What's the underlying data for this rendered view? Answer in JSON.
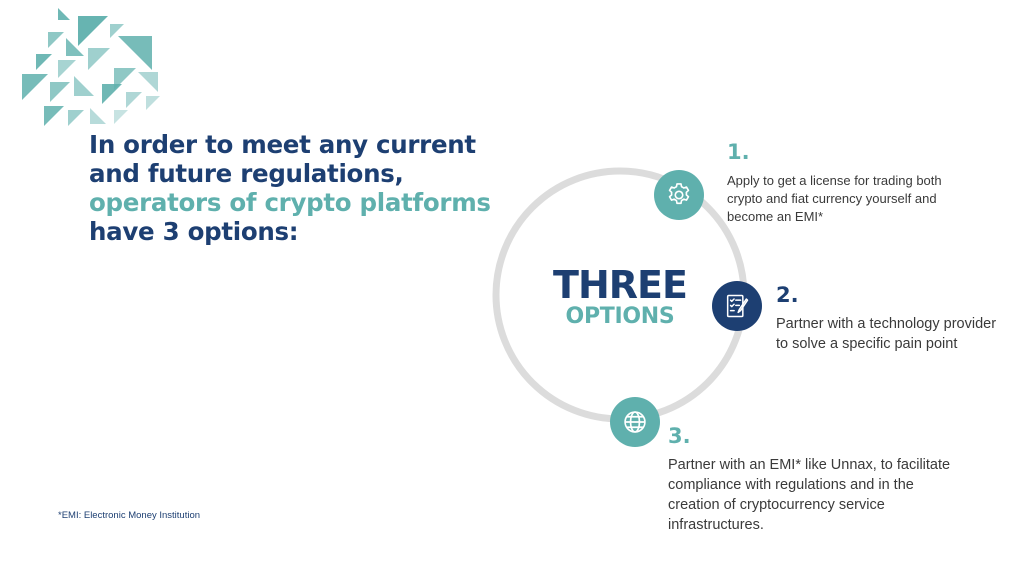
{
  "headline": {
    "line1": "In order to meet any current",
    "line2": "and future regulations,",
    "line3": "operators of crypto platforms",
    "line4": "have 3 options:"
  },
  "center": {
    "title": "THREE",
    "subtitle": "OPTIONS"
  },
  "options": [
    {
      "number": "1.",
      "icon": "gear-icon",
      "text": "Apply to get a license for trading both crypto and fiat currency yourself and become an EMI*"
    },
    {
      "number": "2.",
      "icon": "document-checklist-icon",
      "text": "Partner with a technology provider to solve a specific pain point"
    },
    {
      "number": "3.",
      "icon": "globe-icon",
      "text": "Partner with an EMI* like Unnax, to facilitate compliance with regulations and in the creation of cryptocurrency service infrastructures."
    }
  ],
  "footnote": "*EMI: Electronic Money Institution",
  "colors": {
    "navy": "#1d3f72",
    "teal": "#5fb0ad",
    "ring": "#dcdcdc",
    "body_text": "#3a3a3a"
  }
}
